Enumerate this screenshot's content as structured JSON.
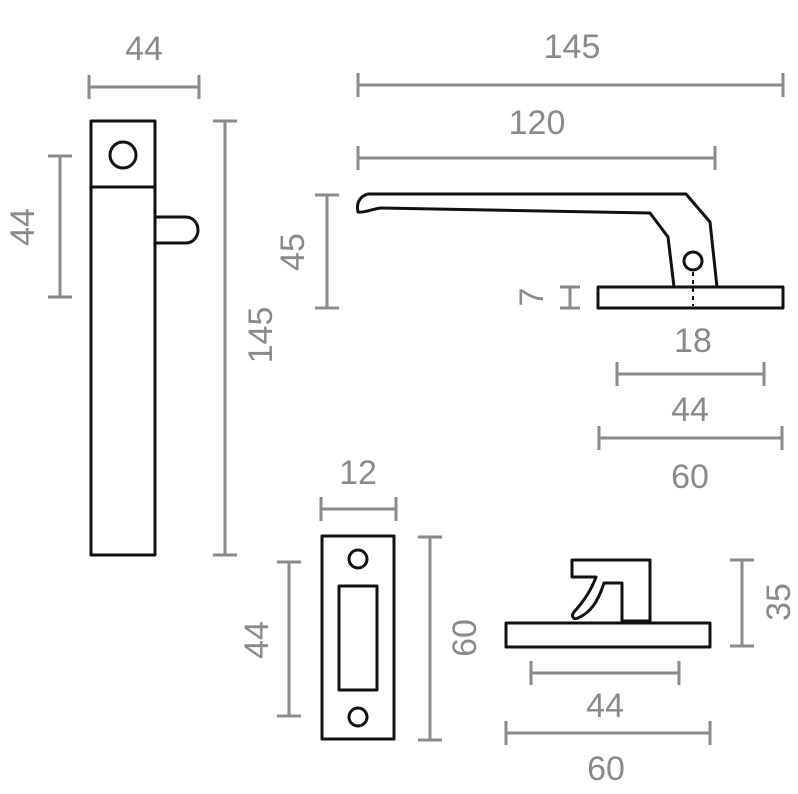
{
  "colors": {
    "outline": "#111111",
    "dimension": "#8a8a8a",
    "background": "#ffffff"
  },
  "dimensions": {
    "top_width": "44",
    "left_height": "44",
    "side_length": "145",
    "handle_length": "145",
    "lever_length": "120",
    "handle_height": "45",
    "base_thickness": "7",
    "hole_offset": "18",
    "base_hole_spacing": "44",
    "base_width": "60",
    "keeper_width": "12",
    "keeper_hole_spacing": "44",
    "keeper_height": "60",
    "catch_height": "35",
    "catch_hole_spacing": "44",
    "catch_width": "60"
  }
}
